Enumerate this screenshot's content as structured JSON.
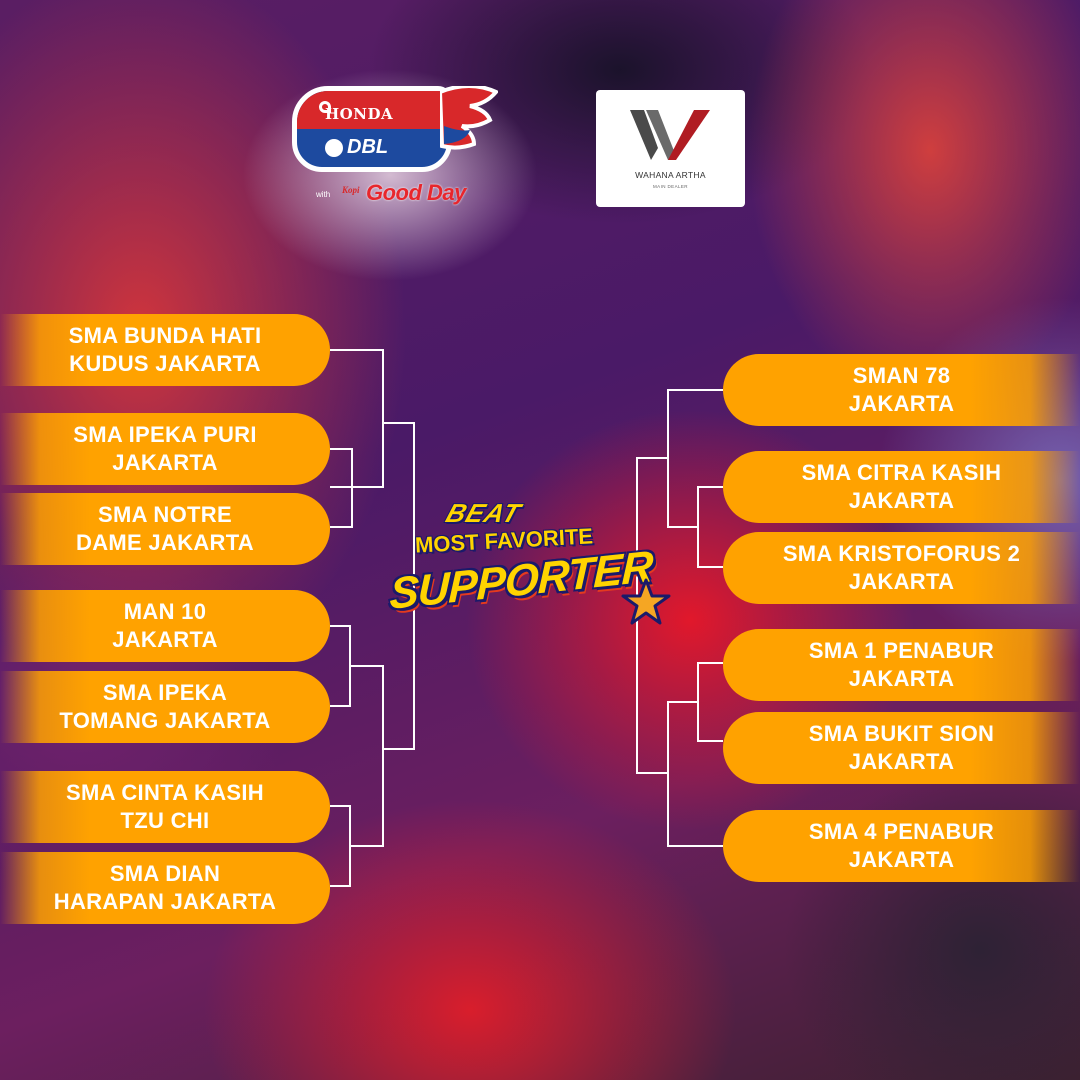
{
  "logos": {
    "honda_dbl": {
      "brand": "HONDA",
      "product": "DBL",
      "with_text": "with",
      "kopi_text": "Kopi",
      "sponsor": "Good Day"
    },
    "wahana": {
      "name": "WAHANA ARTHA",
      "subtitle": "MAIN DEALER"
    }
  },
  "title": {
    "brand": "BEAT",
    "line1": "MOST FAVORITE",
    "line2": "SUPPORTER"
  },
  "bracket": {
    "left": [
      "SMA BUNDA HATI\nKUDUS JAKARTA",
      "SMA IPEKA PURI\nJAKARTA",
      "SMA NOTRE\nDAME JAKARTA",
      "MAN 10\nJAKARTA",
      "SMA IPEKA\nTOMANG JAKARTA",
      "SMA CINTA KASIH\nTZU CHI",
      "SMA DIAN\nHARAPAN JAKARTA"
    ],
    "right": [
      "SMAN 78\nJAKARTA",
      "SMA CITRA KASIH\nJAKARTA",
      "SMA KRISTOFORUS 2\nJAKARTA",
      "SMA 1 PENABUR\nJAKARTA",
      "SMA BUKIT SION\nJAKARTA",
      "SMA 4 PENABUR\nJAKARTA"
    ]
  },
  "colors": {
    "pill": "#ffa200",
    "line": "#ffffff",
    "title_yellow": "#ffd400",
    "title_outline": "#1a1a6a",
    "honda_red": "#d8282a",
    "dbl_blue": "#1d4a9f"
  }
}
